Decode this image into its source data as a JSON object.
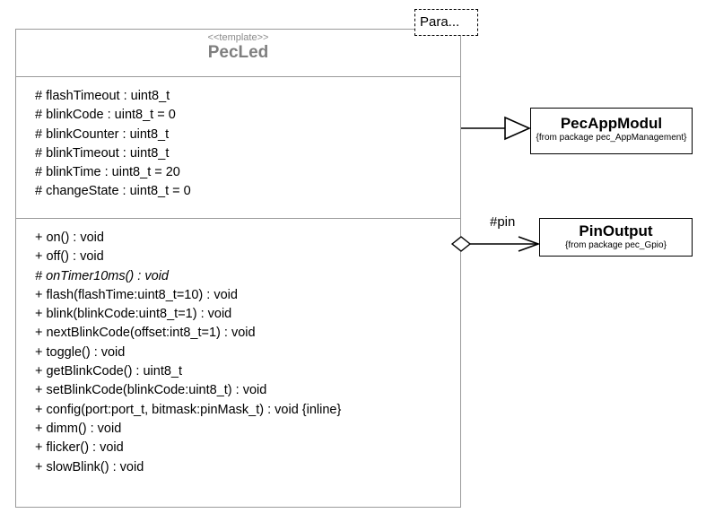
{
  "diagram": {
    "type": "uml-class-diagram",
    "background_color": "#ffffff"
  },
  "main_class": {
    "stereotype": "<<template>>",
    "name": "PecLed",
    "header_color": "#7f7f7f",
    "border_color": "#9a9a9a",
    "template_parameter_box": {
      "label": "Para...",
      "border_style": "dashed"
    },
    "attributes": [
      {
        "text": "# flashTimeout : uint8_t",
        "visibility": "protected",
        "abstract": false
      },
      {
        "text": "# blinkCode : uint8_t = 0",
        "visibility": "protected",
        "abstract": false
      },
      {
        "text": "# blinkCounter : uint8_t",
        "visibility": "protected",
        "abstract": false
      },
      {
        "text": "# blinkTimeout : uint8_t",
        "visibility": "protected",
        "abstract": false
      },
      {
        "text": "# blinkTime : uint8_t = 20",
        "visibility": "protected",
        "abstract": false
      },
      {
        "text": "# changeState : uint8_t = 0",
        "visibility": "protected",
        "abstract": false
      }
    ],
    "operations": [
      {
        "text": "+ on() : void",
        "visibility": "public",
        "abstract": false
      },
      {
        "text": "+ off() : void",
        "visibility": "public",
        "abstract": false
      },
      {
        "text": "# onTimer10ms() : void",
        "visibility": "protected",
        "abstract": true
      },
      {
        "text": "+ flash(flashTime:uint8_t=10) : void",
        "visibility": "public",
        "abstract": false
      },
      {
        "text": "+ blink(blinkCode:uint8_t=1) : void",
        "visibility": "public",
        "abstract": false
      },
      {
        "text": "+ nextBlinkCode(offset:int8_t=1) : void",
        "visibility": "public",
        "abstract": false
      },
      {
        "text": "+ toggle() : void",
        "visibility": "public",
        "abstract": false
      },
      {
        "text": "+ getBlinkCode() : uint8_t",
        "visibility": "public",
        "abstract": false
      },
      {
        "text": "+ setBlinkCode(blinkCode:uint8_t) : void",
        "visibility": "public",
        "abstract": false
      },
      {
        "text": "+ config(port:port_t, bitmask:pinMask_t) : void {inline}",
        "visibility": "public",
        "abstract": false
      },
      {
        "text": "+ dimm() : void",
        "visibility": "public",
        "abstract": false
      },
      {
        "text": "+ flicker() : void",
        "visibility": "public",
        "abstract": false
      },
      {
        "text": "+ slowBlink() : void",
        "visibility": "public",
        "abstract": false
      }
    ]
  },
  "related_classes": [
    {
      "name": "PecAppModul",
      "package": "{from package pec_AppManagement}",
      "relationship": "generalization"
    },
    {
      "name": "PinOutput",
      "package": "{from package pec_Gpio}",
      "relationship": "aggregation"
    }
  ],
  "relationships": [
    {
      "kind": "generalization",
      "source": "PecLed",
      "target": "PecAppModul",
      "arrow": "hollow-triangle",
      "role_label": ""
    },
    {
      "kind": "aggregation",
      "source": "PecLed",
      "target": "PinOutput",
      "arrow": "open-arrow",
      "source_decoration": "hollow-diamond",
      "role_label": "#pin"
    }
  ]
}
